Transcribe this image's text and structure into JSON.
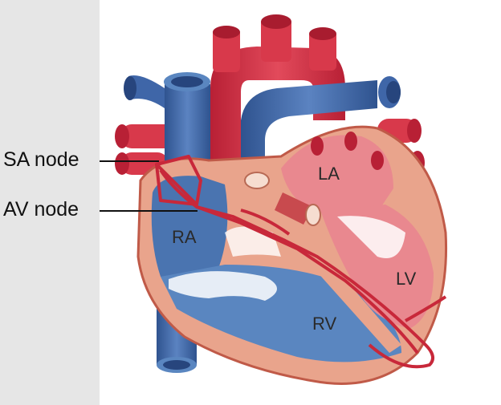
{
  "callouts": {
    "sa_node": "SA node",
    "av_node": "AV node"
  },
  "chambers": {
    "ra": "RA",
    "la": "LA",
    "lv": "LV",
    "rv": "RV"
  },
  "colors": {
    "left_panel": "#e6e6e6",
    "vessel_red": "#d8394b",
    "vessel_blue": "#3f66a8",
    "wall": "#e9a48c",
    "chamber_blue": "#5a86c0",
    "chamber_pink": "#e9888f",
    "conduction": "#c8283a"
  }
}
